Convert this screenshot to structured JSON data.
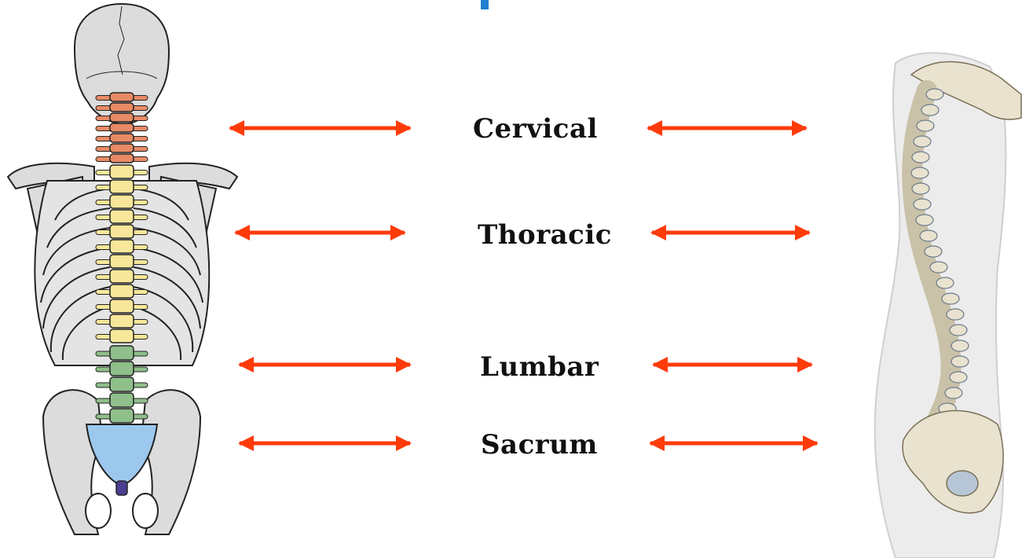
{
  "regions": {
    "cervical": "Cervical",
    "thoracic": "Thoracic",
    "lumbar": "Lumbar",
    "sacrum": "Sacrum"
  },
  "colors": {
    "arrow": "#ff3b0a",
    "cervical_vertebrae": "#e88a66",
    "thoracic_vertebrae": "#f7e79a",
    "lumbar_vertebrae": "#8fbf8a",
    "sacrum_bone": "#9cc8ee",
    "coccyx": "#4b3d8f",
    "bone_gray": "#dcdcdc",
    "lateral_bone": "#e8e2cf",
    "title_accent": "#1f7fd1"
  },
  "icons": {
    "posterior_skeleton": "posterior-spine-illustration",
    "lateral_skeleton": "lateral-spine-illustration",
    "arrows": "double-headed-arrow"
  }
}
